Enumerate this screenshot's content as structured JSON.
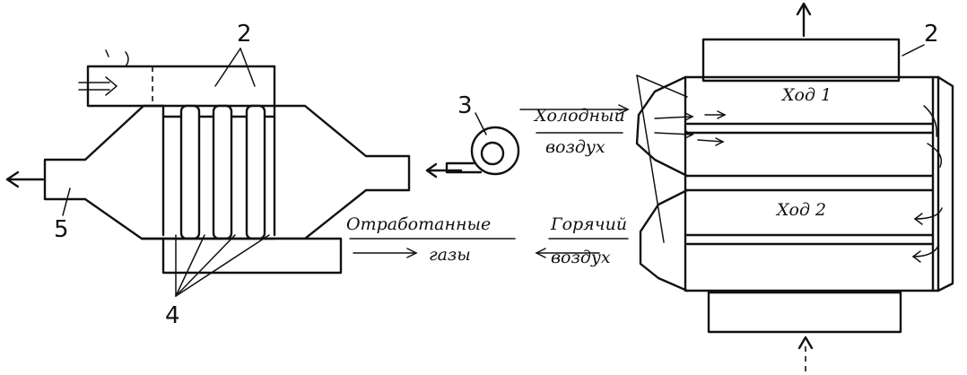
{
  "labels": {
    "n2": "2",
    "n3": "3",
    "n4": "4",
    "n5": "5",
    "n2_right": "2"
  },
  "captions": {
    "cold_air_line1": "Холодный",
    "cold_air_line2": "воздух",
    "exhaust_line1": "Отработанные",
    "exhaust_line2": "газы",
    "hot_air_line1": "Горячий",
    "hot_air_line2": "воздух",
    "pass1": "Ход 1",
    "pass2": "Ход 2"
  }
}
